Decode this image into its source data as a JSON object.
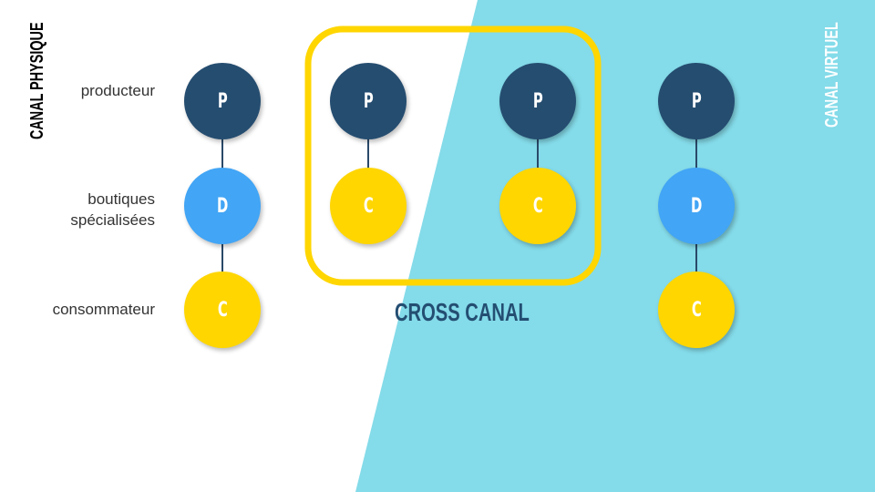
{
  "colors": {
    "dark_blue": "#254d70",
    "blue": "#42a5f5",
    "yellow": "#ffd600",
    "cyan": "#84dbe9"
  },
  "left_title": "CANAL PHYSIQUE",
  "right_title": "CANAL VIRTUEL",
  "row_labels": [
    "producteur",
    "boutiques spécialisées",
    "consommateur"
  ],
  "cross_label": "CROSS CANAL",
  "columns": [
    {
      "name": "physique",
      "nodes": [
        "P",
        "D",
        "C"
      ]
    },
    {
      "name": "cross-physique",
      "nodes": [
        "P",
        "C"
      ]
    },
    {
      "name": "cross-virtuel",
      "nodes": [
        "P",
        "C"
      ]
    },
    {
      "name": "virtuel",
      "nodes": [
        "P",
        "D",
        "C"
      ]
    }
  ]
}
